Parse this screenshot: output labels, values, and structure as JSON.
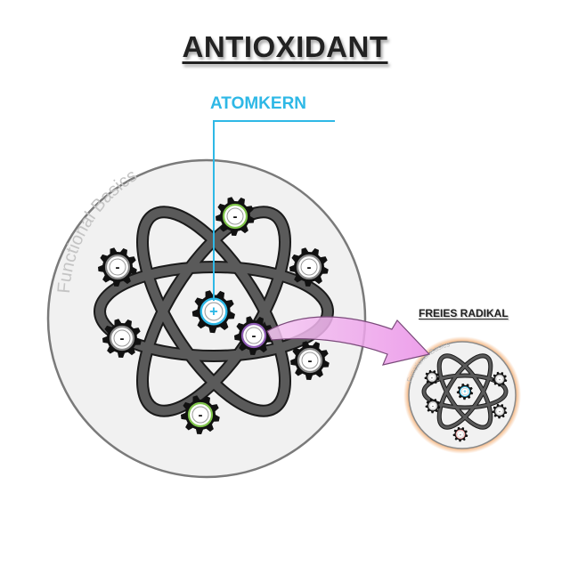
{
  "title": "ANTIOXIDANT",
  "nucleus_label": "ATOMKERN",
  "radical_label": "FREIES RADIKAL",
  "watermark": "Functional Basics",
  "signs": {
    "plus": "+",
    "minus": "-"
  },
  "colors": {
    "nucleus": "#2eb8e6",
    "electron_grey": "#8a8a8a",
    "electron_green": "#7fc44a",
    "electron_purple": "#8e5bb5",
    "radical_red": "#e08a8a",
    "arrow_fill": "#f2b8f0",
    "radical_glow": "#f4b27a"
  }
}
